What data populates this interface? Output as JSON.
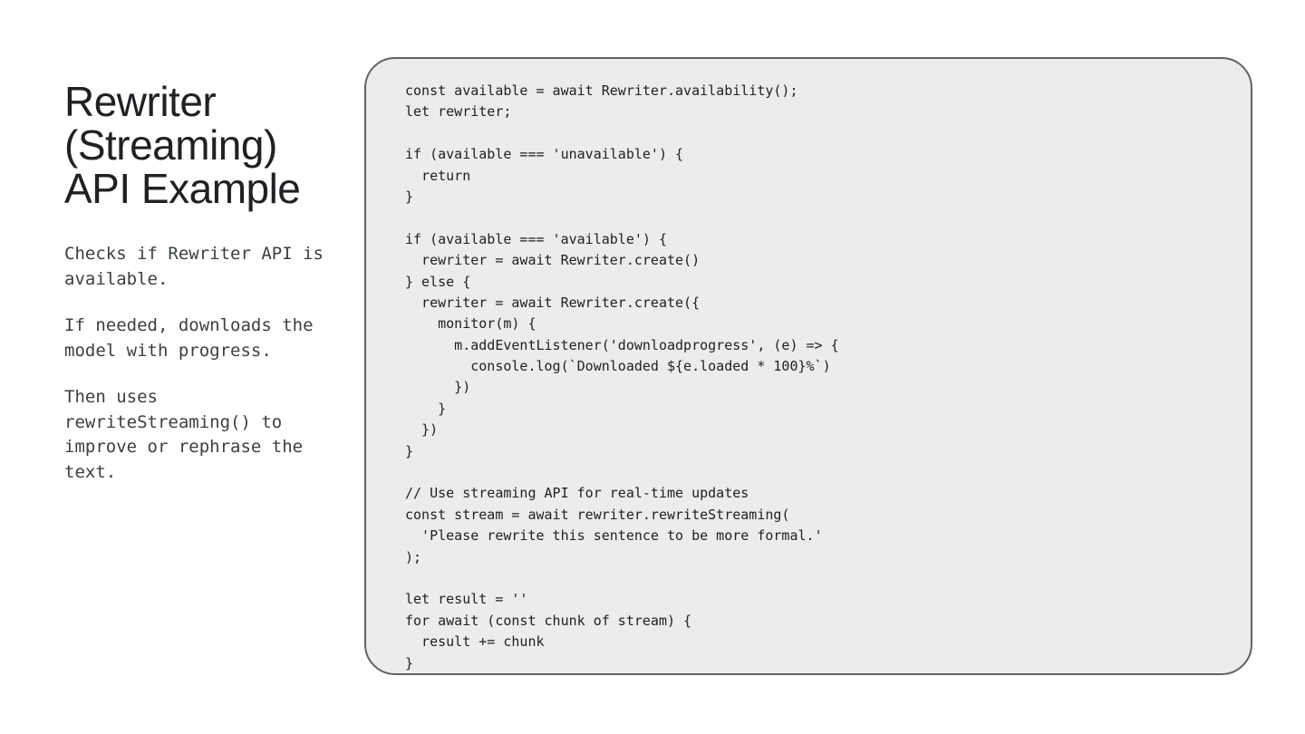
{
  "slide": {
    "title_lines": [
      "Rewriter",
      "(Streaming)",
      "API Example"
    ],
    "description": [
      "Checks if Rewriter API is available.",
      "If needed, downloads the model with progress.",
      "Then uses rewriteStreaming() to improve or rephrase the text."
    ]
  },
  "code": {
    "language": "javascript",
    "lines": [
      "const available = await Rewriter.availability();",
      "let rewriter;",
      "",
      "if (available === 'unavailable') {",
      "  return",
      "}",
      "",
      "if (available === 'available') {",
      "  rewriter = await Rewriter.create()",
      "} else {",
      "  rewriter = await Rewriter.create({",
      "    monitor(m) {",
      "      m.addEventListener('downloadprogress', (e) => {",
      "        console.log(`Downloaded ${e.loaded * 100}%`)",
      "      })",
      "    }",
      "  })",
      "}",
      "",
      "// Use streaming API for real-time updates",
      "const stream = await rewriter.rewriteStreaming(",
      "  'Please rewrite this sentence to be more formal.'",
      ");",
      "",
      "let result = ''",
      "for await (const chunk of stream) {",
      "  result += chunk",
      "}"
    ]
  }
}
